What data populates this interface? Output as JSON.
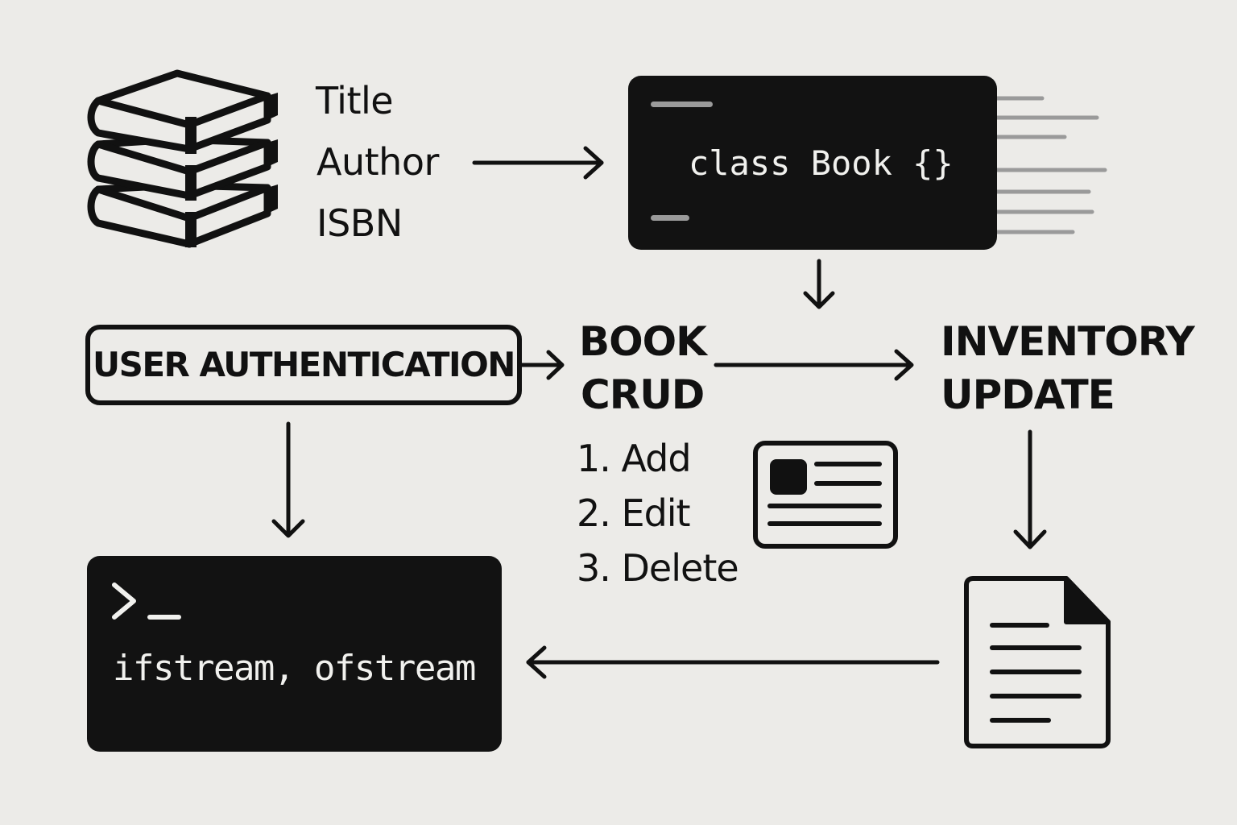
{
  "fields": [
    "Title",
    "Author",
    "ISBN"
  ],
  "class_panel": {
    "code": "class Book {}"
  },
  "auth": {
    "label": "USER AUTHENTICATION"
  },
  "crud": {
    "line1": "BOOK",
    "line2": "CRUD"
  },
  "operations": [
    "1. Add",
    "2. Edit",
    "3. Delete"
  ],
  "inventory": {
    "line1": "INVENTORY",
    "line2": "UPDATE"
  },
  "terminal": {
    "prompt": ">_",
    "code": "ifstream, ofstream"
  },
  "icons": {
    "books": "books-stack-icon",
    "record": "record-card-icon",
    "file": "document-file-icon"
  },
  "colors": {
    "background": "#ecebe8",
    "ink": "#111111",
    "panel": "#121212",
    "panel_text": "#f1f1ee",
    "speed_lines": "#9a9a9a"
  }
}
